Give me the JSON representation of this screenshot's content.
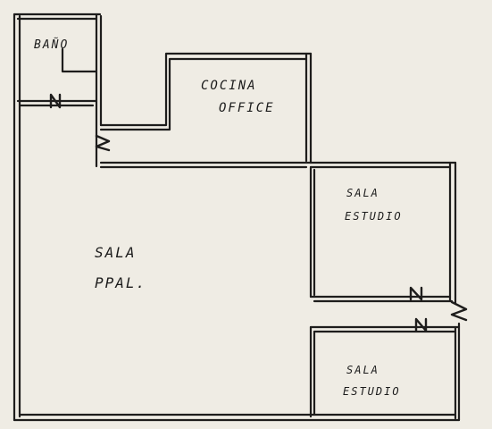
{
  "plan": {
    "rooms": {
      "bano": {
        "label": "BAÑO"
      },
      "cocina": {
        "line1": "COCINA",
        "line2": "OFFICE"
      },
      "sala_ppal": {
        "line1": "SALA",
        "line2": "PPAL."
      },
      "sala_estudio_1": {
        "line1": "SALA",
        "line2": "ESTUDIO"
      },
      "sala_estudio_2": {
        "line1": "SALA",
        "line2": "ESTUDIO"
      }
    }
  }
}
